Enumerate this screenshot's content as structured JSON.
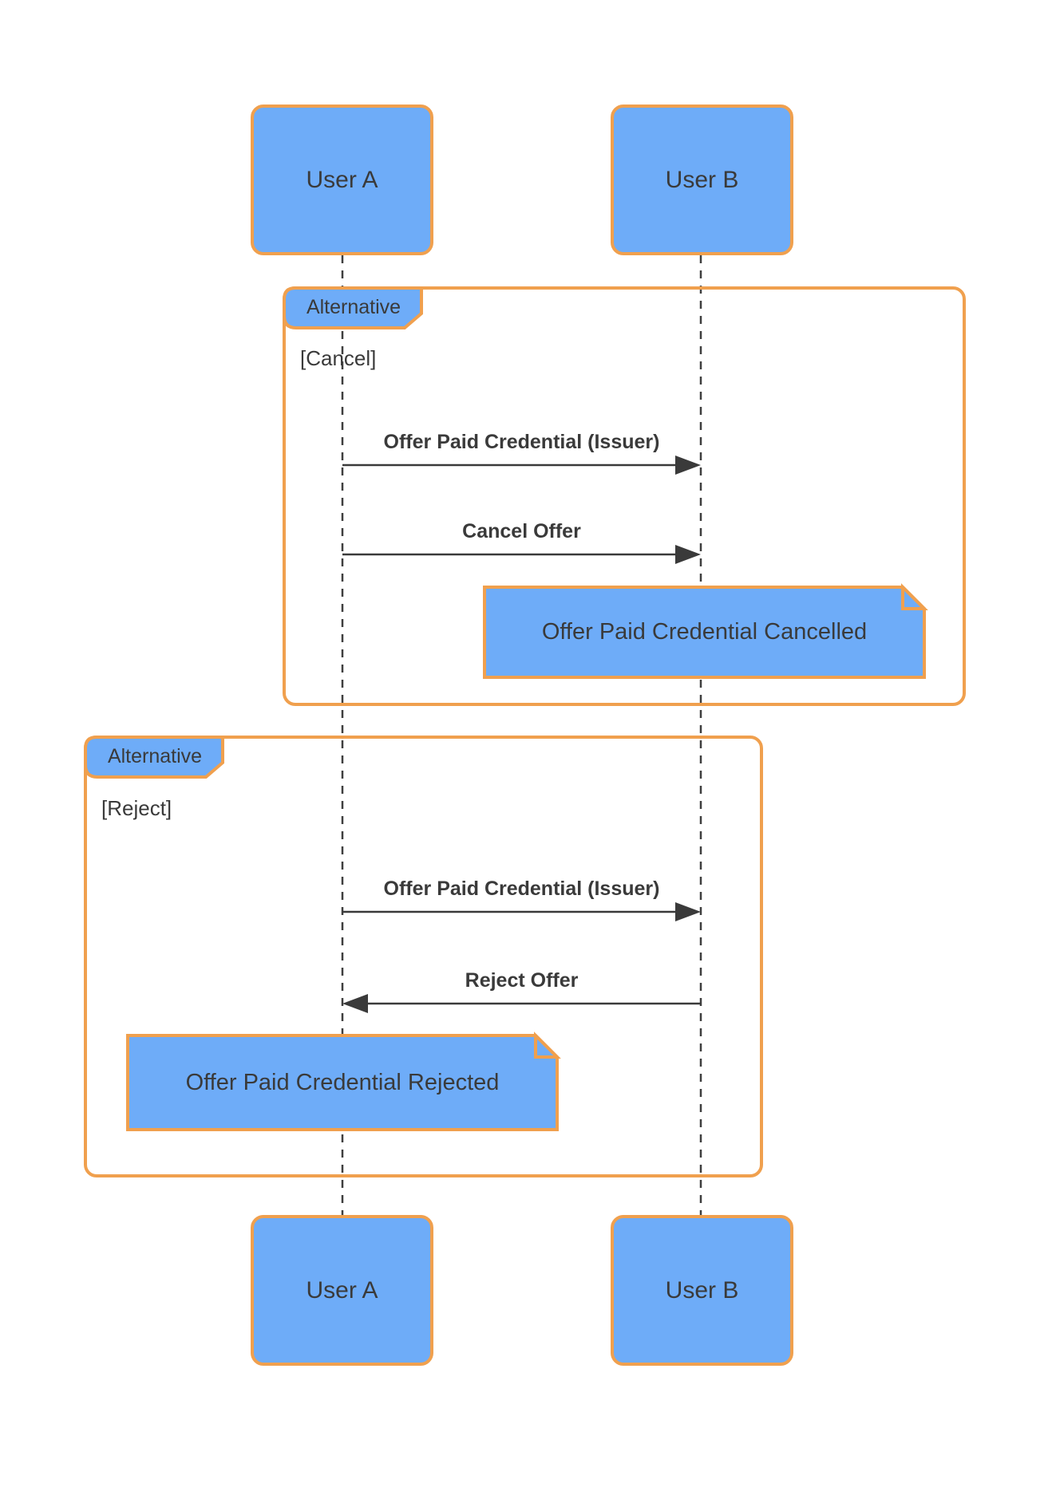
{
  "diagram": {
    "type": "uml-sequence",
    "actors": [
      {
        "label": "User A"
      },
      {
        "label": "User B"
      }
    ],
    "fragments": [
      {
        "operator": "Alternative",
        "guard": "[Cancel]",
        "messages": [
          {
            "label": "Offer Paid Credential (Issuer)",
            "from": "User A",
            "to": "User B",
            "direction": "right"
          },
          {
            "label": "Cancel Offer",
            "from": "User A",
            "to": "User B",
            "direction": "right"
          }
        ],
        "note": {
          "text": "Offer Paid Credential Cancelled"
        }
      },
      {
        "operator": "Alternative",
        "guard": "[Reject]",
        "messages": [
          {
            "label": "Offer Paid Credential (Issuer)",
            "from": "User A",
            "to": "User B",
            "direction": "right"
          },
          {
            "label": "Reject Offer",
            "from": "User B",
            "to": "User A",
            "direction": "left"
          }
        ],
        "note": {
          "text": "Offer Paid Credential Rejected"
        }
      }
    ],
    "colors": {
      "shape_fill": "#6EACF8",
      "shape_border": "#F0A04E",
      "text": "#3A3A3A",
      "line": "#3A3A3A",
      "background": "#FFFFFF"
    }
  }
}
